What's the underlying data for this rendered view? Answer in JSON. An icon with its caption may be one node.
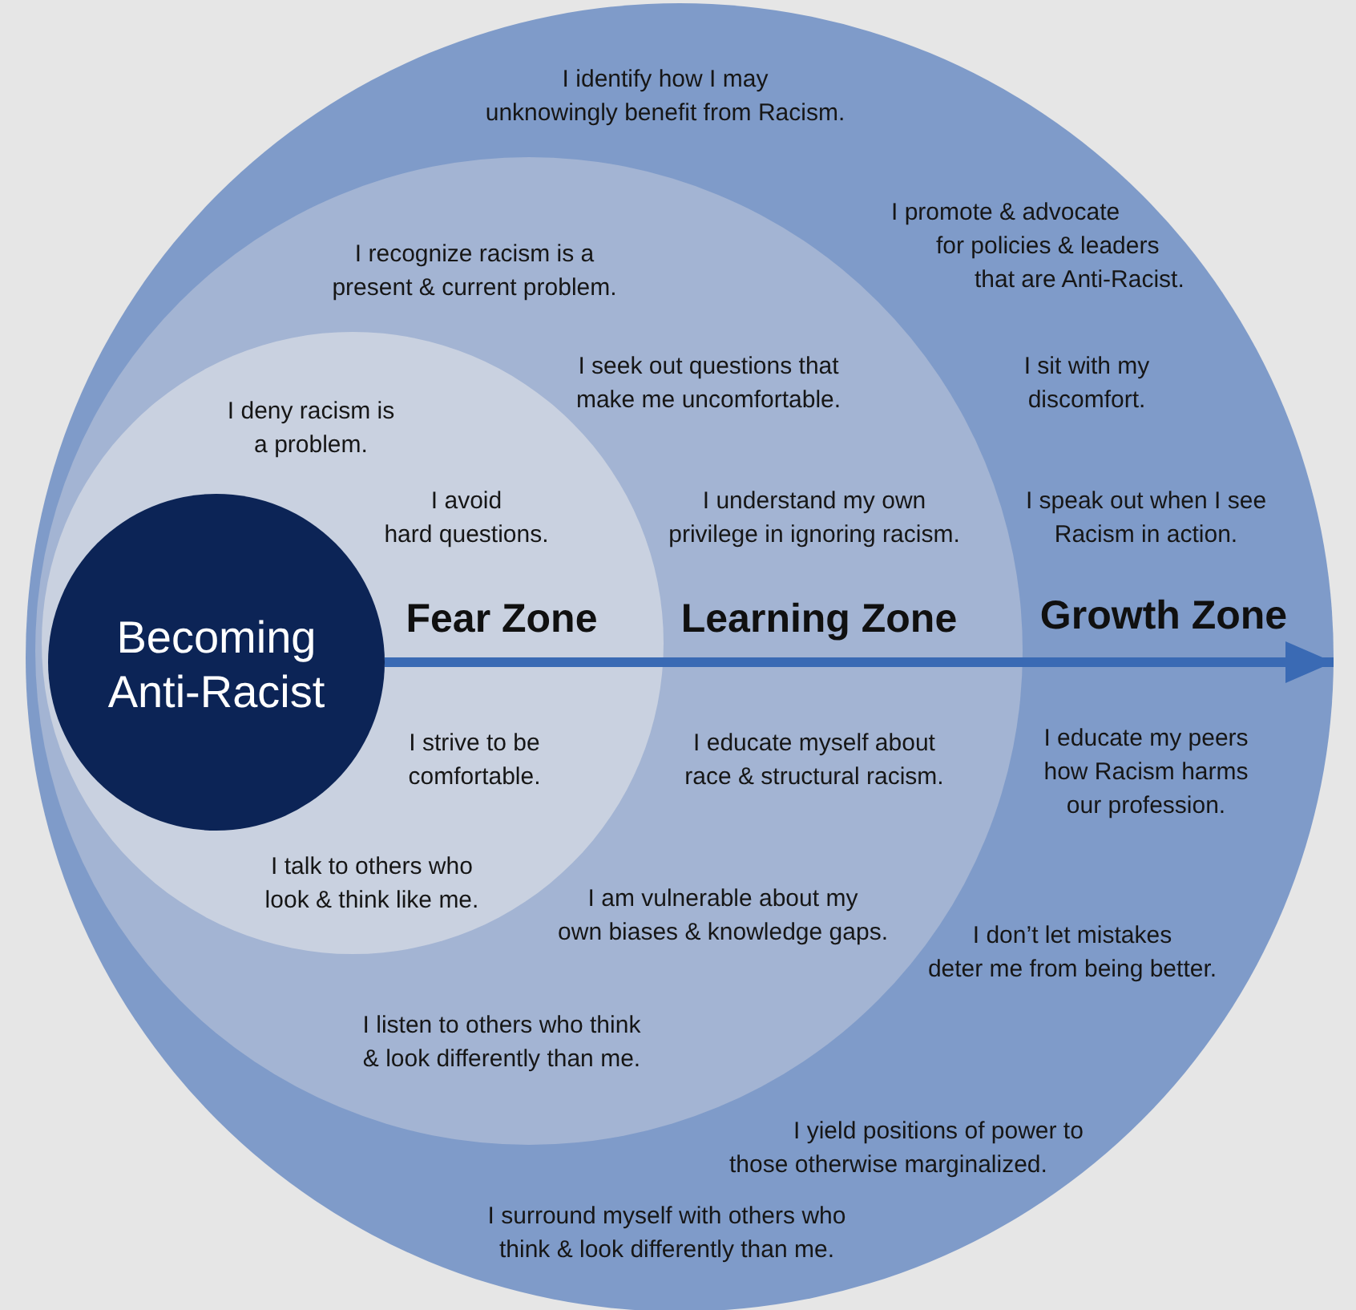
{
  "diagram": {
    "nodes": [
      {
        "text": [
          "Growth Zone",
          "I identify how I may unknowingly benefit from Racism.",
          "I promote & advocate for policies & leaders that are Anti-Racist.",
          "I sit with my discomfort.",
          "I speak out when I see Racism in action.",
          "I educate my peers how Racism harms our profession.",
          "I don’t let mistakes deter me from being better.",
          "I yield positions of power to those otherwise marginalized.",
          "I surround myself with others who think & look differently than me."
        ]
      },
      {
        "text": [
          "Learning Zone",
          "I recognize racism is a present & current problem.",
          "I seek out questions that make me uncomfortable.",
          "I understand my own privilege in ignoring racism.",
          "I educate myself about race & structural racism.",
          "I am vulnerable about my own biases & knowledge gaps.",
          "I listen to others who think & look differently than me."
        ],
        "in": 0
      },
      {
        "text": [
          "Fear Zone",
          "I deny racism is a problem.",
          "I avoid hard questions.",
          "I strive to be comfortable.",
          "I talk to others who look & think like me."
        ],
        "in": 1
      },
      {
        "text": [
          "Becoming Anti-Racist"
        ],
        "in": 2
      }
    ],
    "edges": [
      {
        "from": 3,
        "to": 0,
        "arrow": "to"
      }
    ]
  }
}
